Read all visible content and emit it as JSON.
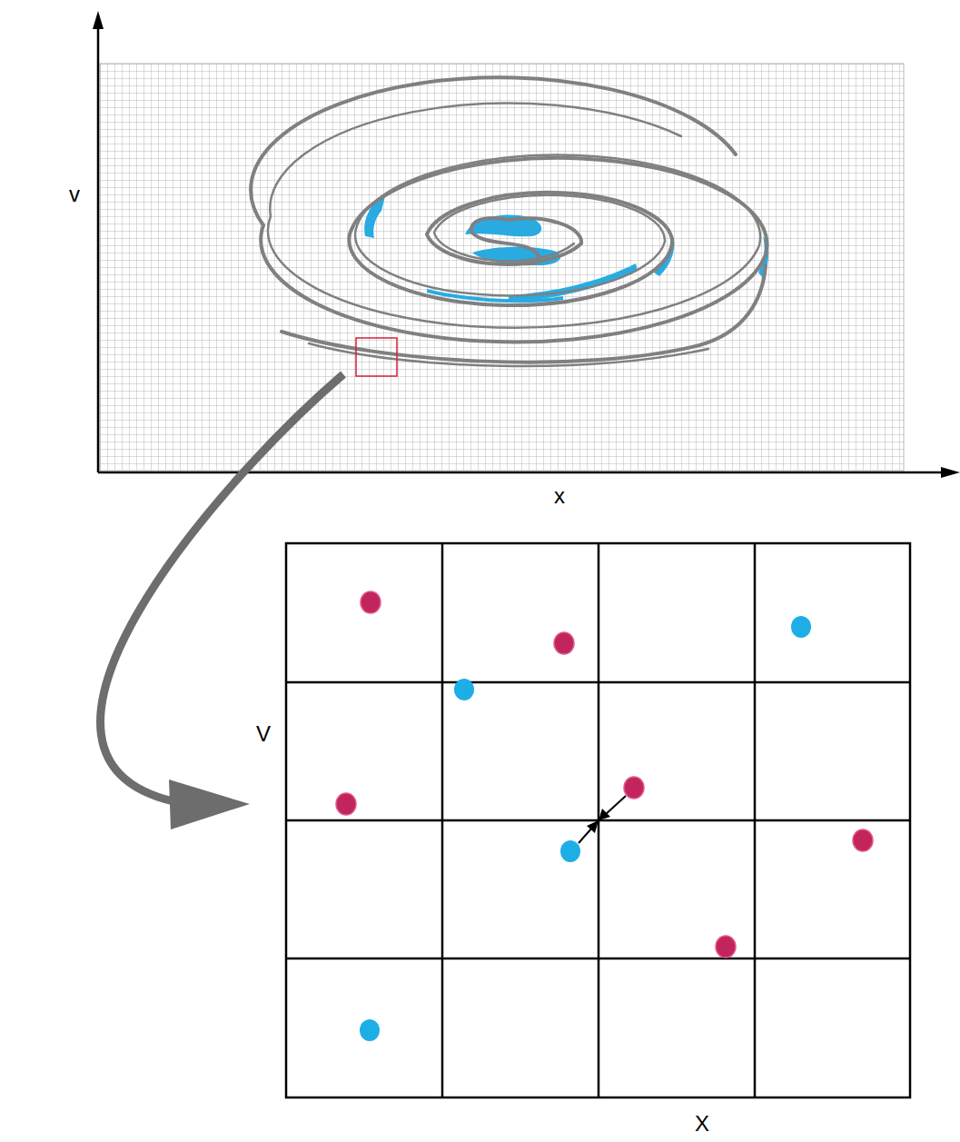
{
  "diagram": {
    "labels": [
      "v",
      "x",
      "V",
      "X"
    ]
  }
}
